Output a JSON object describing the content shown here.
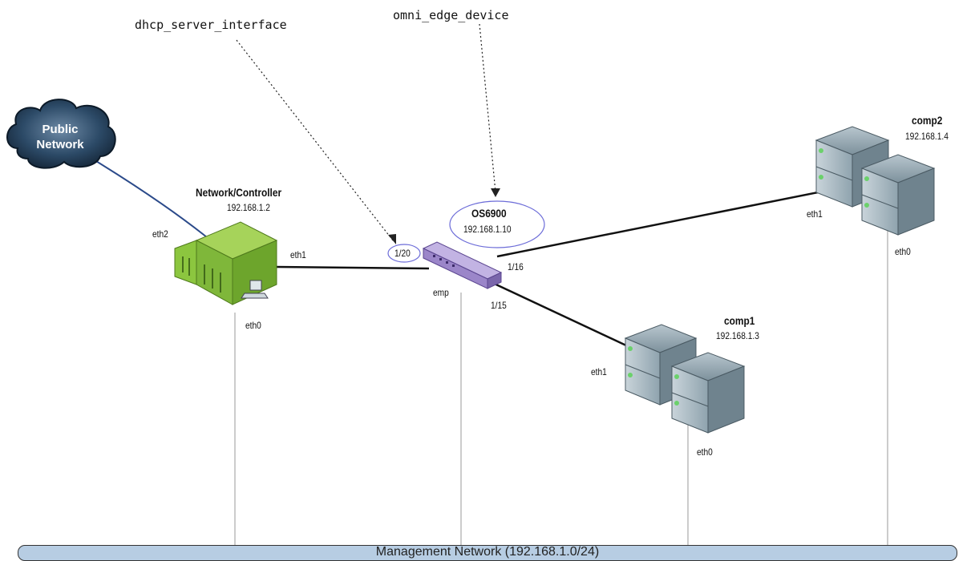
{
  "annotations": {
    "dhcp_label": "dhcp_server_interface",
    "omni_label": "omni_edge_device"
  },
  "cloud": {
    "line1": "Public",
    "line2": "Network"
  },
  "controller": {
    "name": "Network/Controller",
    "ip": "192.168.1.2",
    "eth2": "eth2",
    "eth1": "eth1",
    "eth0": "eth0"
  },
  "switch": {
    "name": "OS6900",
    "ip": "192.168.1.10",
    "port_dhcp": "1/20",
    "port_comp2": "1/16",
    "port_comp1": "1/15",
    "emp": "emp"
  },
  "comp1": {
    "name": "comp1",
    "ip": "192.168.1.3",
    "eth1": "eth1",
    "eth0": "eth0"
  },
  "comp2": {
    "name": "comp2",
    "ip": "192.168.1.4",
    "eth1": "eth1",
    "eth0": "eth0"
  },
  "management_network": "Management Network   (192.168.1.0/24)",
  "colors": {
    "controller": "#8cc63f",
    "switch": "#9b86c9",
    "server": "#8aa0ad",
    "cloud": "#1f3a55",
    "uplink": "#2b4a8a"
  }
}
